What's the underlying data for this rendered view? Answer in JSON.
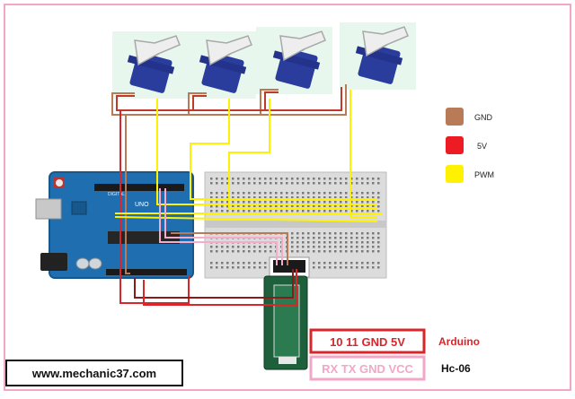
{
  "legend": {
    "gnd": {
      "label": "GND",
      "color": "#b97a57"
    },
    "v5": {
      "label": "5V",
      "color": "#ed1c24"
    },
    "pwm": {
      "label": "PWM",
      "color": "#fff200"
    }
  },
  "pin_table": {
    "arduino_pins": "10 11 GND 5V",
    "arduino_label": "Arduino",
    "hc06_pins": "RX TX GND VCC",
    "hc06_label": "Hc-06"
  },
  "website": {
    "text": "www.mechanic37.com"
  },
  "colors": {
    "frame": "#f2a7c8",
    "board": "#1f6fb0",
    "servo_body": "#2a3c9c",
    "servo_horn": "#e8e8e8",
    "breadboard": "#dcdcdc",
    "bt_module": "#1e5f3c",
    "wire_pink": "#f7aac9",
    "arduino_box": "#d9262b",
    "hc06_box": "#f2a7c8"
  },
  "icons": [
    "servo-motor-icon",
    "arduino-uno-board-icon",
    "breadboard-icon",
    "bluetooth-module-icon"
  ]
}
